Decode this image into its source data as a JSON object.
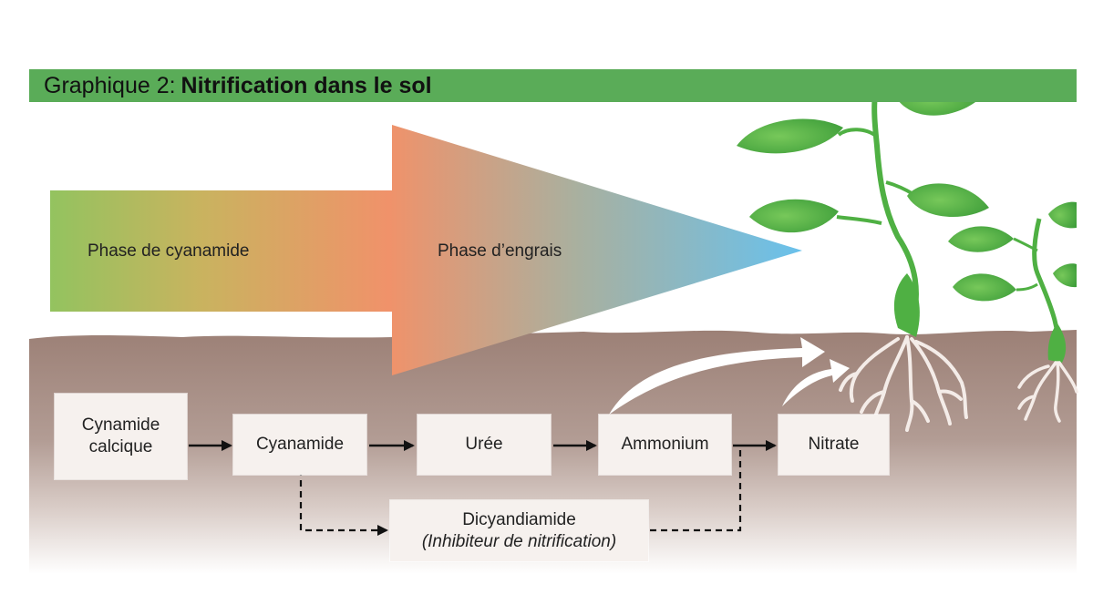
{
  "title": {
    "prefix": "Graphique 2:",
    "main": "Nitrification dans le sol"
  },
  "phases": {
    "cyanamide": "Phase de cyanamide",
    "engrais": "Phase d’engrais"
  },
  "boxes": {
    "cynamide_calcique_line1": "Cynamide",
    "cynamide_calcique_line2": "calcique",
    "cyanamide": "Cyanamide",
    "uree": "Urée",
    "ammonium": "Ammonium",
    "nitrate": "Nitrate",
    "dicyandiamide": "Dicyandiamide",
    "inhibiteur": "(Inhibiteur de nitrification)"
  },
  "colors": {
    "title_bar": "#5aac58",
    "soil_top": "#a0857b",
    "arrow_start": "#93c35f",
    "arrow_mid": "#f0926a",
    "arrow_end": "#69c1ec",
    "plant": "#4fb043"
  }
}
